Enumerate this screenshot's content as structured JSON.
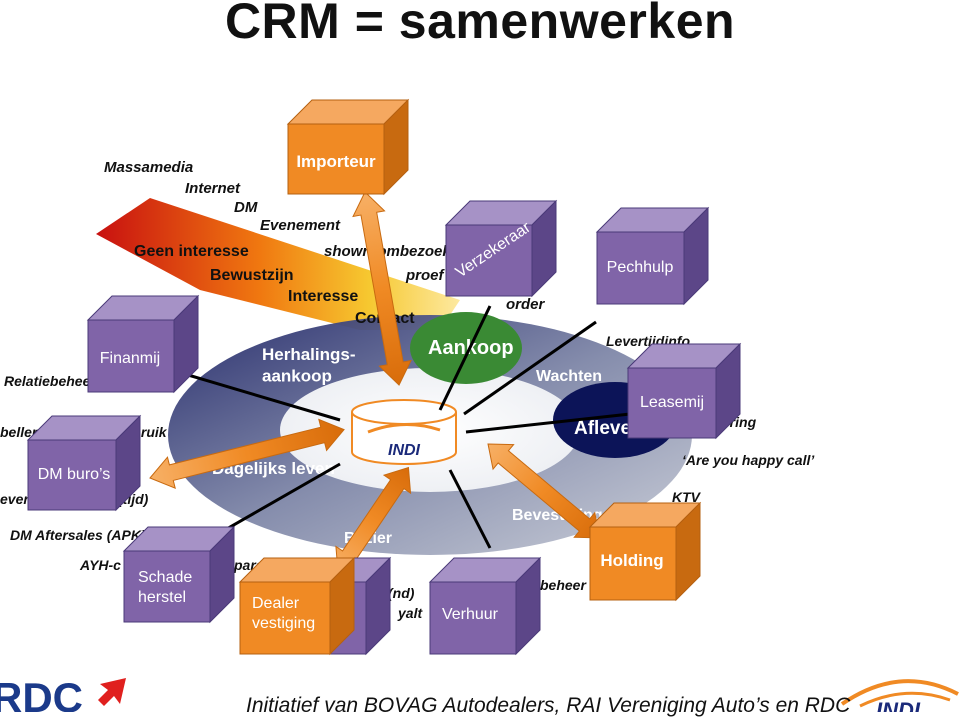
{
  "title": "CRM = samenwerken",
  "footer": "Initiatief van BOVAG Autodealers, RAI Vereniging Auto’s en RDC",
  "wedge": {
    "stages": [
      "Geen interesse",
      "Bewustzijn",
      "Interesse",
      "Contact"
    ],
    "channels": [
      "Massamedia",
      "Internet",
      "DM",
      "Evenement",
      "showroombezoek",
      "proef",
      "order"
    ]
  },
  "cycle": {
    "phases": [
      "Aankoop",
      "Wachten",
      "Aflevering",
      "Bevestiging",
      "Bezier",
      "Dagelijks leven",
      "Herhalings-\naankoop"
    ],
    "outer_labels": [
      "Relatiebeheer",
      "bellen",
      "gebruik",
      "(tijd)",
      "DM Aftersales (APK)",
      "AYH-c",
      "para",
      "(nd)",
      "yalt",
      "beheer",
      "Levertijdinfo",
      "lering",
      "‘Are you happy call’",
      "KTV",
      "even"
    ]
  },
  "center": {
    "logo": "INDI"
  },
  "partners": {
    "importeur": "Importeur",
    "verzekeraar": "Verzekeraar",
    "pechhulp": "Pechhulp",
    "finanmij": "Finanmij",
    "leasemij": "Leasemij",
    "dm_buros": "DM buro’s",
    "schade_herstel": "Schade\nherstel",
    "dealer_vestiging": "Dealer\nvestiging",
    "verhuur": "Verhuur",
    "holding": "Holding"
  },
  "logos": {
    "rdc": "RDC",
    "indi_bottom": "INDI"
  },
  "colors": {
    "orange": "#f08a24",
    "purple": "#8064a8",
    "green": "#3a8a34",
    "navy": "#0c1458",
    "ring_grey": "#b9bfca"
  }
}
